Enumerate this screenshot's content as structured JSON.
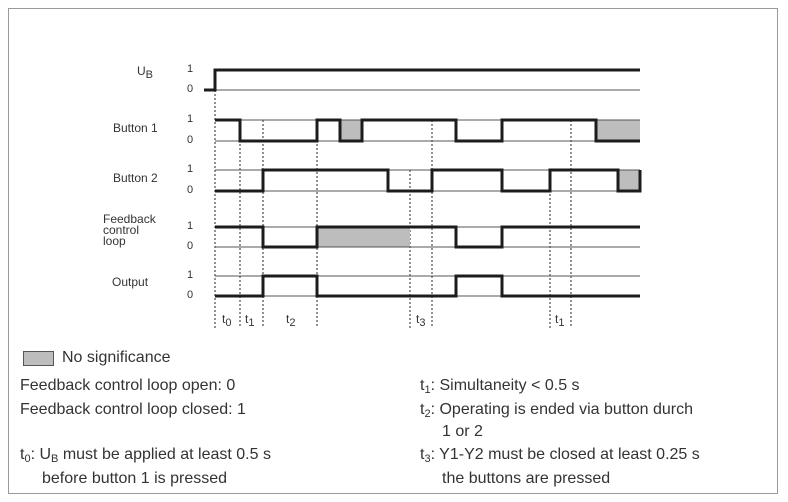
{
  "signals": [
    {
      "id": "ub",
      "label": "U",
      "label_sub": "B",
      "high": "1",
      "low": "0"
    },
    {
      "id": "button1",
      "label": "Button 1",
      "high": "1",
      "low": "0"
    },
    {
      "id": "button2",
      "label": "Button 2",
      "high": "1",
      "low": "0"
    },
    {
      "id": "feedback",
      "label_lines": [
        "Feedback",
        "control",
        "loop"
      ],
      "high": "1",
      "low": "0"
    },
    {
      "id": "output",
      "label": "Output",
      "high": "1",
      "low": "0"
    }
  ],
  "time_markers": [
    {
      "main": "t",
      "sub": "0"
    },
    {
      "main": "t",
      "sub": "1"
    },
    {
      "main": "t",
      "sub": "2"
    },
    {
      "main": "t",
      "sub": "3"
    },
    {
      "main": "t",
      "sub": "1"
    }
  ],
  "legend": {
    "no_significance": "No significance",
    "open": "Feedback control loop open: 0",
    "closed": "Feedback control loop closed: 1"
  },
  "notes": {
    "t0": {
      "prefix": "t",
      "sub": "0",
      "text_a": ": U",
      "text_sub": "B",
      "text_b": " must be applied at least 0.5 s",
      "line2": "before button 1 is pressed"
    },
    "t1": {
      "prefix": "t",
      "sub": "1",
      "text": ": Simultaneity < 0.5 s"
    },
    "t2": {
      "prefix": "t",
      "sub": "2",
      "text": ": Operating is ended via button durch",
      "line2": "1 or 2"
    },
    "t3": {
      "prefix": "t",
      "sub": "3",
      "text": ": Y1-Y2 must be closed at least 0.25 s",
      "line2": "the buttons are pressed"
    }
  },
  "colors": {
    "trace": "#1c1c1c",
    "thin": "#555555",
    "shade": "#bdbdbd",
    "dotted": "#777777",
    "frame": "#9a9a9a"
  }
}
